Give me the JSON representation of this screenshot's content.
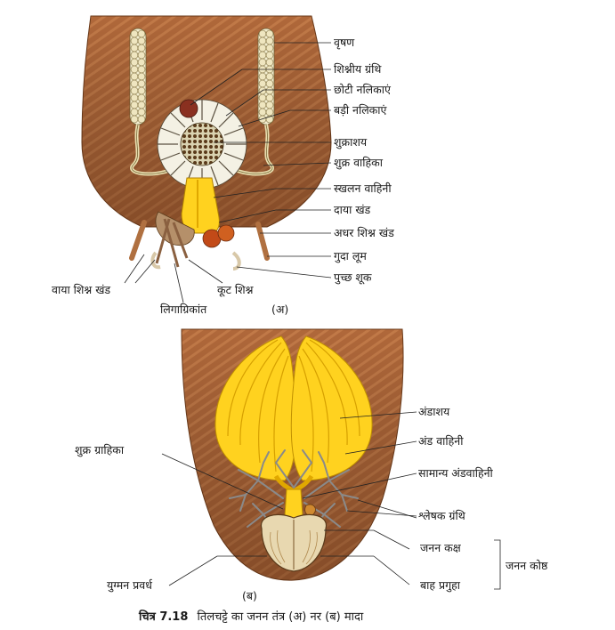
{
  "figure_a": {
    "sublabel": "(अ)",
    "labels": {
      "testis": "वृषण",
      "phallic_gland": "शिश्नीय ग्रंथि",
      "small_tubules": "छोटी नलिकाएं",
      "large_tubules": "बड़ी नलिकाएं",
      "seminal_vesicle": "शुक्राशय",
      "vas_deferens": "शुक्र वाहिका",
      "ejaculatory_duct": "स्खलन वाहिनी",
      "right_phallomere": "दाया खंड",
      "ventral_phallomere": "अधर शिश्न खंड",
      "anal_cercus": "गुदा लूम",
      "anal_style": "पुच्छ शूक",
      "left_phallomere": "वाया शिश्न खंड",
      "pseudopenis": "कूट शिश्न",
      "titillator": "लिगाग्रिकांत"
    }
  },
  "figure_b": {
    "sublabel": "(ब)",
    "labels": {
      "ovary": "अंडाशय",
      "oviduct": "अंड वाहिनी",
      "common_oviduct": "सामान्य अंडवाहिनी",
      "spermatheca": "शुक्र ग्राहिका",
      "colleterial_glands": "श्लेषक ग्रंथि",
      "genital_chamber": "जनन कक्ष",
      "vestibulum": "बाह प्रगुहा",
      "genital_pouch": "जनन कोष्ठ",
      "gonapophyses": "युग्मन प्रवर्ध"
    }
  },
  "caption": {
    "number": "चित्र 7.18",
    "text": "तिलचट्टे का जनन तंत्र (अ) नर (ब) मादा"
  },
  "colors": {
    "body": "#b06a3e",
    "body_light": "#c98a5c",
    "gland_yellow": "#ffd21f",
    "gland_dark": "#e0a800",
    "testis": "#f2edcf",
    "nerve": "#8a8a8a"
  }
}
